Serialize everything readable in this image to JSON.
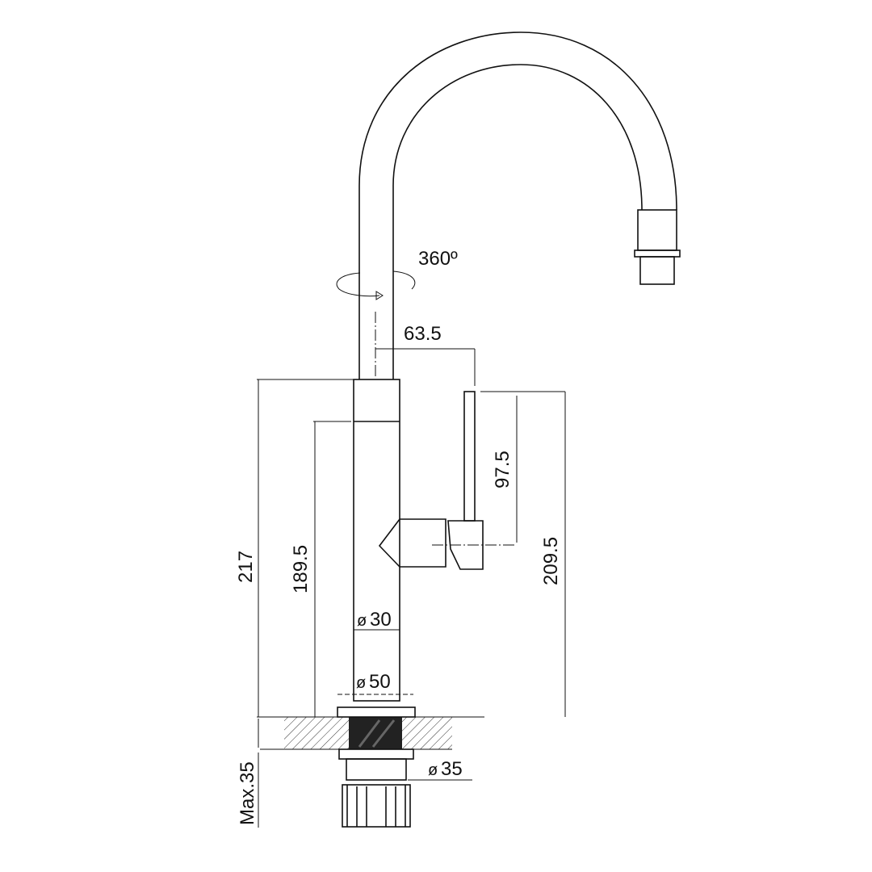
{
  "rotation_label": "360º",
  "dimensions": {
    "spout_reach": "63.5",
    "lever_height": "97.5",
    "total_height": "217",
    "body_height": "189.5",
    "lever_top_height": "209.5",
    "body_diameter": "30",
    "base_diameter": "50",
    "hole_diameter": "35",
    "max_thickness": "Max.35",
    "diameter_symbol": "ø"
  }
}
